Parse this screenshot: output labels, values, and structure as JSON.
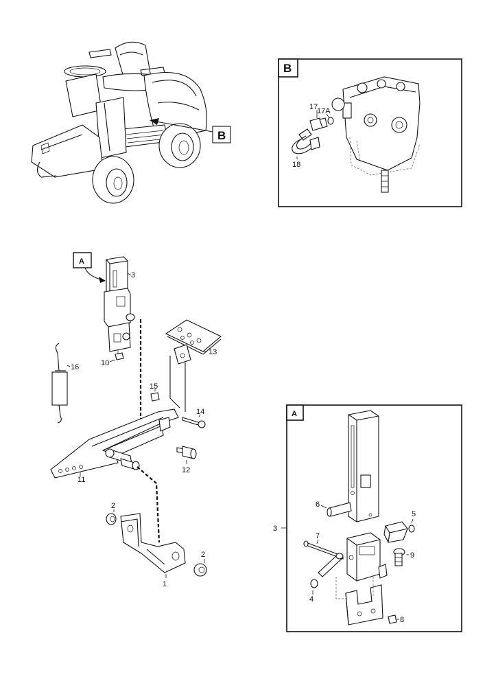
{
  "insets": {
    "tractor_ref": "B",
    "detail_b_letter": "B",
    "assembly_ref": "A",
    "detail_a_letter": "A"
  },
  "callouts": {
    "c1": "1",
    "c2a": "2",
    "c2b": "2",
    "c3": "3",
    "c3a": "3",
    "c4": "4",
    "c5": "5",
    "c6": "6",
    "c7": "7",
    "c8": "8",
    "c9": "9",
    "c10": "10",
    "c11": "11",
    "c12": "12",
    "c13": "13",
    "c14": "14",
    "c15": "15",
    "c16": "16",
    "c17": "17",
    "c17a": "17A",
    "c18": "18"
  }
}
